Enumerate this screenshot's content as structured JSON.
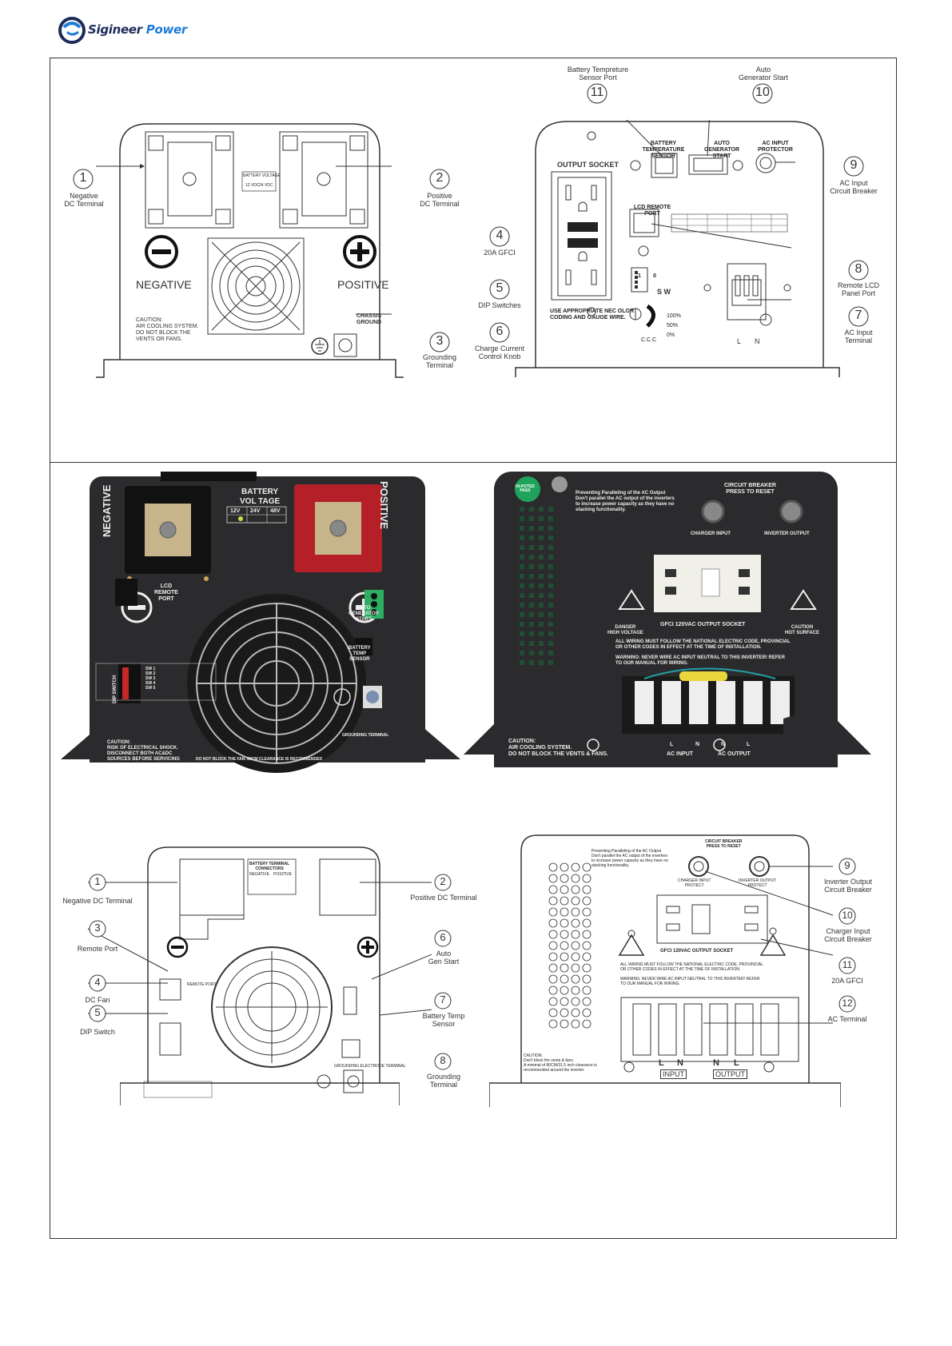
{
  "brand": {
    "name_part1": "Sigineer",
    "name_part2": "Power",
    "icon": "sigineer-logo-icon"
  },
  "panel_dc_drawing": {
    "battery_voltage_box": {
      "title": "BATTERY VOLTAGE",
      "v12": "12 VDC",
      "v24": "24 VDC"
    },
    "negative_label": "NEGATIVE",
    "positive_label": "POSITIVE",
    "caution": [
      "CAUTION:",
      "AIR COOLING SYSTEM.",
      "DO NOT BLOCK THE",
      "VENTS OR FANS."
    ],
    "chassis": [
      "CHASSIS",
      "GROUND"
    ],
    "callouts": [
      {
        "num": "1",
        "lines": [
          "Negative",
          "DC Terminal"
        ]
      },
      {
        "num": "2",
        "lines": [
          "Positive",
          "DC Terminal"
        ]
      },
      {
        "num": "3",
        "lines": [
          "Grounding",
          "Terminal"
        ]
      }
    ]
  },
  "panel_ac_drawing": {
    "output_socket": "OUTPUT SOCKET",
    "battery_temp_port": [
      "BATTERY",
      "TEMPERATURE",
      "SENSOR"
    ],
    "auto_gen": [
      "AUTO",
      "GENERATOR",
      "START"
    ],
    "ac_input_protector": [
      "AC INPUT",
      "PROTECTOR"
    ],
    "lcd_remote": [
      "LCD REMOTE",
      "PORT"
    ],
    "nec_note": [
      "USE APPROPRIATE NEC OLOR",
      "CODING AND GAUGE WIRE."
    ],
    "dip_sw": "S W",
    "dip_1": "1",
    "dip_0": "0",
    "ccc": "C.C.C",
    "pct100": "100%",
    "pct50": "50%",
    "pct0": "0%",
    "ln_l": "L",
    "ln_n": "N",
    "callouts": [
      {
        "num": "4",
        "lines": [
          "20A GFCI"
        ]
      },
      {
        "num": "5",
        "lines": [
          "DIP Switches"
        ]
      },
      {
        "num": "6",
        "lines": [
          "Charge Current",
          "Control Knob"
        ]
      },
      {
        "num": "7",
        "lines": [
          "AC Input",
          "Terminal"
        ]
      },
      {
        "num": "8",
        "lines": [
          "Remote LCD",
          "Panel Port"
        ]
      },
      {
        "num": "9",
        "lines": [
          "AC Input",
          "Circuit Breaker"
        ]
      },
      {
        "num": "10",
        "lines": [
          "Auto",
          "Generator Start"
        ]
      },
      {
        "num": "11",
        "lines": [
          "Battery Tempreture",
          "Sensor Port"
        ]
      }
    ]
  },
  "photo_dc": {
    "negative": "NEGATIVE",
    "positive": "POSITIVE",
    "battery_voltage": [
      "BATTERY",
      "VOL TAGE"
    ],
    "volt_options": [
      "12V",
      "24V",
      "48V"
    ],
    "lcd_remote": [
      "LCD",
      "REMOTE",
      "PORT"
    ],
    "auto_gen": [
      "AUTO",
      "GENERATOR",
      "START"
    ],
    "battery_temp": [
      "BATTERY",
      "TEMP",
      "SENSOR"
    ],
    "dip_switch": "DIP SWITCH",
    "sw_labels": [
      "SW 1",
      "SW 2",
      "SW 3",
      "SW 4",
      "SW 5"
    ],
    "grounding": "GROUNDING TERMINAL",
    "caution": [
      "CAUTION:",
      "RISK OF ELECTRICAL SHOCK.",
      "DISCONNECT BOTH AC&DC",
      "SOURCES BEFORE SERVICING"
    ],
    "fan_note": "DO NOT BLOCK THE FAN. 80CM CLEARANCE IS RECOMMENDED"
  },
  "photo_ac": {
    "paralleling": [
      "Preventing Paralleling of the AC Output",
      "Don't parallel the AC output of the inverters",
      "to increase power capacity as they have no",
      "stacking functionality."
    ],
    "circuit_breaker": [
      "CIRCUIT BREAKER",
      "PRESS TO RESET"
    ],
    "charger_input": "CHARGER INPUT",
    "inverter_output": "INVERTER OUTPUT",
    "gfci": "GFCI 120VAC OUTPUT SOCKET",
    "danger": [
      "DANGER",
      "HIGH VOLTAGE"
    ],
    "caution_hot": [
      "CAUTION",
      "HOT SURFACE"
    ],
    "wiring": [
      "ALL WIRING MUST FOLLOW THE NATIONAL ELECTRIC CODE, PROVINCIAL",
      "OR OTHER CODES IN EFFECT AT THE TIME OF INSTALLATION."
    ],
    "warning": [
      "WARNING: NEVER WIRE AC INPUT NEUTRAL TO THIS INVERTER! REFER",
      "TO OUR MANUAL FOR WIRING."
    ],
    "caution": [
      "CAUTION:",
      "AIR COOLING SYSTEM.",
      "DO NOT BLOCK THE VENTS & FANS."
    ],
    "ac_input": "AC INPUT",
    "ac_output": "AC OUTPUT",
    "terminals": [
      "L",
      "N",
      "N",
      "L"
    ],
    "pass_badge": [
      "HI-POTED",
      "PASS"
    ]
  },
  "panel_dc_drawing2": {
    "terminal_box": [
      "BATTERY TERMINAL",
      "CONNECTORS"
    ],
    "terminal_cols": [
      "NEGATIVE",
      "POSITIVE"
    ],
    "remote_port": "REMOTE PORT",
    "grounding": "GROUNDING ELECTRODE TERMINAL",
    "callouts": [
      {
        "num": "1",
        "lines": [
          "Negative DC Terminal"
        ]
      },
      {
        "num": "2",
        "lines": [
          "Positive DC Terminal"
        ]
      },
      {
        "num": "3",
        "lines": [
          "Remote Port"
        ]
      },
      {
        "num": "4",
        "lines": [
          "DC Fan"
        ]
      },
      {
        "num": "5",
        "lines": [
          "DIP Switch"
        ]
      },
      {
        "num": "6",
        "lines": [
          "Auto",
          "Gen Start"
        ]
      },
      {
        "num": "7",
        "lines": [
          "Battery Temp",
          "Sensor"
        ]
      },
      {
        "num": "8",
        "lines": [
          "Grounding",
          "Terminal"
        ]
      }
    ]
  },
  "panel_ac_drawing2": {
    "paralleling": [
      "Preventing Paralleling of the AC Output",
      "Don't parallel the AC output of the inverters",
      "to increase power capacity as they have no",
      "stacking functionality."
    ],
    "circuit_breaker": [
      "CIRCUIT BREAKER",
      "PRESS TO RESET"
    ],
    "charger_protect": [
      "CHARGER INPUT",
      "PROTECT"
    ],
    "inverter_protect": [
      "INVERTER OUTPUT",
      "PROTECT"
    ],
    "gfci": "GFCI 120VAC OUTPUT SOCKET",
    "wiring": [
      "ALL WIRING MUST FOLLOW THE NATIONAL ELECTRIC CODE, PROVINCIAL",
      "OR OTHER CODES IN EFFECT AT THE TIME OF INSTALLATION."
    ],
    "warning": [
      "WARNING: NEVER WIRE AC INPUT NEUTRAL TO THIS INVERTER! REFER",
      "TO OUR MANUAL FOR WIRING."
    ],
    "caution": [
      "CAUTION:",
      "Don't block the vents & fans.",
      "A minimal of 80CM/31.5 inch clearance is",
      "recommended around the inverter."
    ],
    "input": "INPUT",
    "output": "OUTPUT",
    "terminals": [
      "L",
      "N",
      "N",
      "L"
    ],
    "callouts": [
      {
        "num": "9",
        "lines": [
          "Inverter Output",
          "Circuit Breaker"
        ]
      },
      {
        "num": "10",
        "lines": [
          "Charger Input",
          "Circuit Breaker"
        ]
      },
      {
        "num": "11",
        "lines": [
          "20A GFCI"
        ]
      },
      {
        "num": "12",
        "lines": [
          "AC Terminal"
        ]
      }
    ]
  }
}
